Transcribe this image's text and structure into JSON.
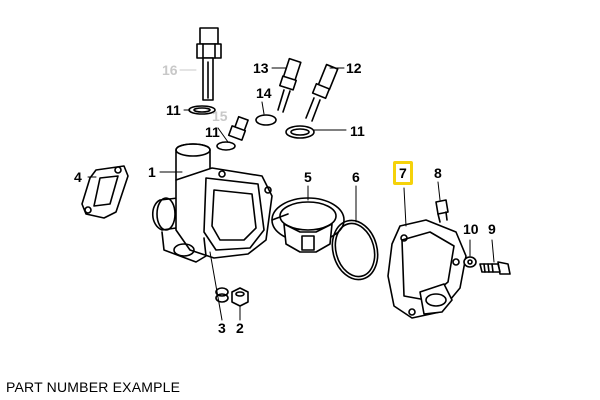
{
  "caption": "PART NUMBER EXAMPLE",
  "highlight_color": "#f5d20a",
  "line_color": "#000000",
  "muted_color": "#c8c8c8",
  "callouts": {
    "c1": "1",
    "c2": "2",
    "c3": "3",
    "c4": "4",
    "c5": "5",
    "c6": "6",
    "c7": "7",
    "c8": "8",
    "c9": "9",
    "c10": "10",
    "c11a": "11",
    "c11b": "11",
    "c11c": "11",
    "c12": "12",
    "c13": "13",
    "c14": "14",
    "c15": "15",
    "c16": "16"
  },
  "highlighted_callout": "7"
}
